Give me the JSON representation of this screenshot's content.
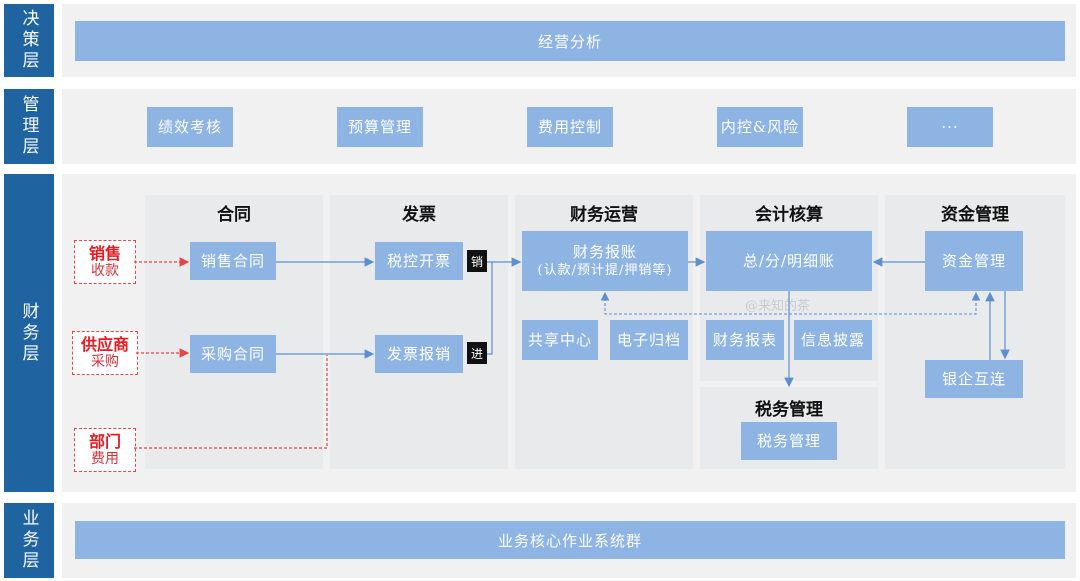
{
  "layers": {
    "decision": "决策层",
    "management": "管理层",
    "finance": "财务层",
    "business": "业务层"
  },
  "decision_bar": "经营分析",
  "management_items": [
    "绩效考核",
    "预算管理",
    "费用控制",
    "内控&风险",
    "···"
  ],
  "panels": {
    "contract": "合同",
    "invoice": "发票",
    "finance_ops": "财务运营",
    "accounting": "会计核算",
    "fund": "资金管理",
    "tax": "税务管理"
  },
  "sources": {
    "sales": {
      "main": "销售",
      "sub": "收款"
    },
    "supplier": {
      "main": "供应商",
      "sub": "采购"
    },
    "dept": {
      "main": "部门",
      "sub": "费用"
    }
  },
  "boxes": {
    "sales_contract": "销售合同",
    "purchase_contract": "采购合同",
    "tax_invoicing": "税控开票",
    "invoice_reimburse": "发票报销",
    "fin_reimburse_title": "财务报账",
    "fin_reimburse_sub": "(认款/预计提/押销等)",
    "shared_center": "共享中心",
    "e_archive": "电子归档",
    "ledger": "总/分/明细账",
    "fin_report": "财务报表",
    "disclosure": "信息披露",
    "fund_mgmt": "资金管理",
    "bank_link": "银企互连",
    "tax_mgmt": "税务管理"
  },
  "tags": {
    "sell": "销",
    "input": "进"
  },
  "watermark": "@来知的茶",
  "business_bar": "业务核心作业系统群",
  "colors": {
    "layer_label": "#1f64a0",
    "box": "#8eb4e3",
    "arrow": "#5b8fd0",
    "source_border": "#e0464a"
  }
}
